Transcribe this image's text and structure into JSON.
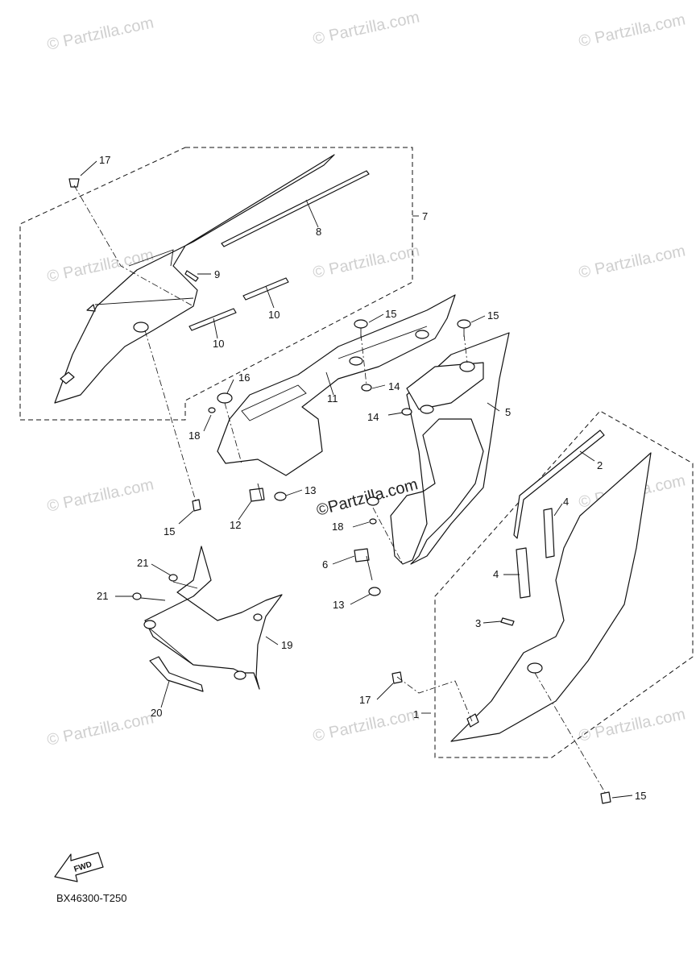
{
  "watermark": "© Partzilla.com",
  "watermark_center": "©Partzilla.com",
  "drawing_code": "BX46300-T250",
  "fwd_label": "FWD",
  "callouts": {
    "c1": "1",
    "c2": "2",
    "c3": "3",
    "c4a": "4",
    "c4b": "4",
    "c5": "5",
    "c6": "6",
    "c7": "7",
    "c8": "8",
    "c9": "9",
    "c10a": "10",
    "c10b": "10",
    "c11": "11",
    "c12": "12",
    "c13a": "13",
    "c13b": "13",
    "c14a": "14",
    "c14b": "14",
    "c15a": "15",
    "c15b": "15",
    "c15c": "15",
    "c15d": "15",
    "c16": "16",
    "c17a": "17",
    "c17b": "17",
    "c18a": "18",
    "c18b": "18",
    "c19": "19",
    "c20": "20",
    "c21a": "21",
    "c21b": "21"
  }
}
